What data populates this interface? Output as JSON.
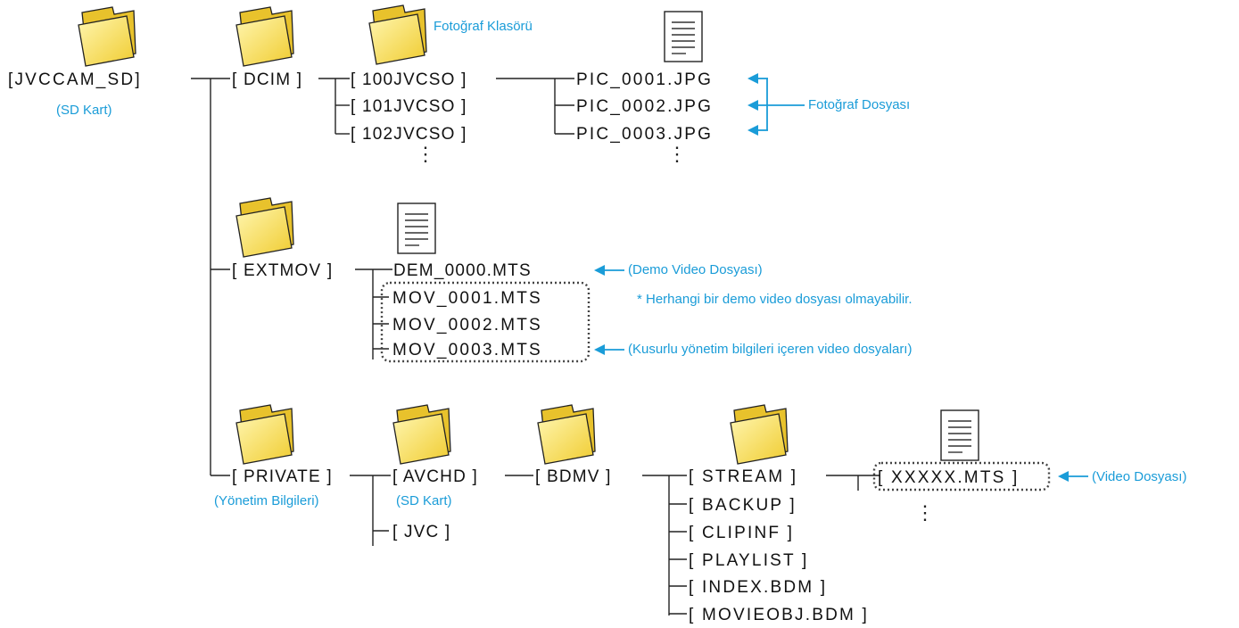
{
  "colors": {
    "accent": "#1a9cd8",
    "folder": "#f5d84a",
    "line": "#222222"
  },
  "root": {
    "name": "[JVCCAM_SD]",
    "note": "(SD Kart)"
  },
  "dcim": {
    "name": "[ DCIM ]",
    "folder_note": "Fotoğraf Klasörü",
    "subfolders": [
      "[ 100JVCSO ]",
      "[ 101JVCSO ]",
      "[ 102JVCSO ]"
    ],
    "files": [
      "PIC_0001.JPG",
      "PIC_0002.JPG",
      "PIC_0003.JPG"
    ],
    "files_note": "Fotoğraf Dosyası"
  },
  "extmov": {
    "name": "[ EXTMOV ]",
    "files": [
      "DEM_0000.MTS",
      "MOV_0001.MTS",
      "MOV_0002.MTS",
      "MOV_0003.MTS"
    ],
    "demo_note": "(Demo Video Dosyası)",
    "demo_footnote": "* Herhangi bir demo video dosyası olmayabilir.",
    "defect_note": "(Kusurlu yönetim bilgileri içeren video dosyaları)"
  },
  "private": {
    "name": "[ PRIVATE ]",
    "note": "(Yönetim Bilgileri)",
    "avchd": "[ AVCHD ]",
    "avchd_note": "(SD Kart)",
    "jvc": "[ JVC ]",
    "bdmv": "[ BDMV ]",
    "bdmv_items": [
      "[ STREAM ]",
      "[ BACKUP ]",
      "[ CLIPINF ]",
      "[ PLAYLIST ]",
      "[ INDEX.BDM ]",
      "[ MOVIEOBJ.BDM ]"
    ],
    "stream_file": "[ XXXXX.MTS ]",
    "stream_note": "(Video Dosyası)"
  },
  "ellipsis": "⋮"
}
